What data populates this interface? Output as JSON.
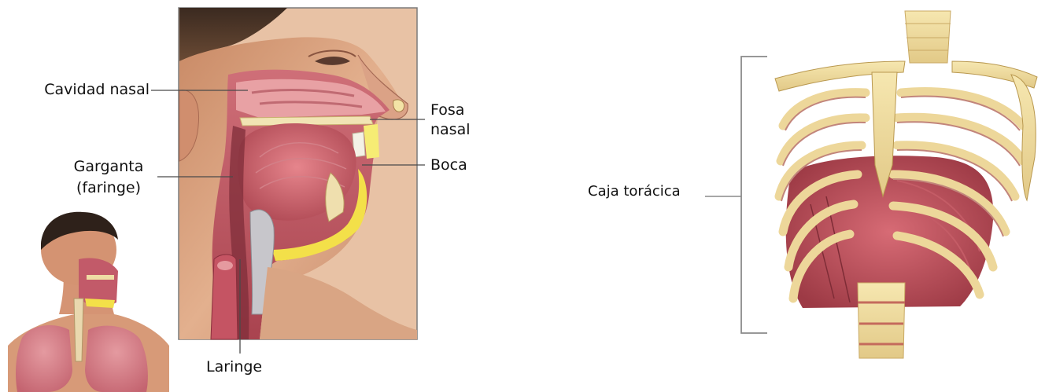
{
  "left_figure": {
    "labels": {
      "nasal_cavity": "Cavidad nasal",
      "nostril_line1": "Fosa",
      "nostril_line2": "nasal",
      "throat_line1": "Garganta",
      "throat_line2": "(faringe)",
      "mouth": "Boca",
      "larynx": "Laringe"
    }
  },
  "right_figure": {
    "labels": {
      "rib_cage": "Caja torácica"
    }
  },
  "colors": {
    "skin": "#d9a07e",
    "tissue": "#c65e6e",
    "muscle": "#b8454f",
    "bone": "#efdc9c",
    "fat": "#f2e24a",
    "leader": "#555555"
  }
}
